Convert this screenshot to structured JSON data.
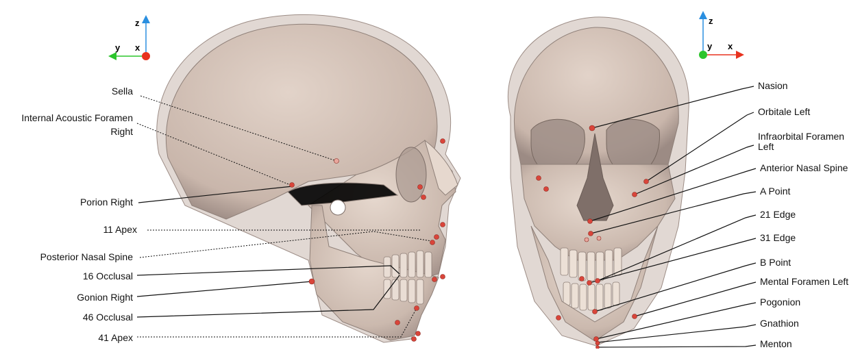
{
  "colors": {
    "axis_x": "#e8321e",
    "axis_y": "#2cc52c",
    "axis_z": "#2a8fe0",
    "landmark": "#d9453a",
    "bone": "#d6c6bb",
    "bone_shadow": "#8f8079"
  },
  "left_view": {
    "axes": {
      "z": "z",
      "y": "y",
      "x": "x"
    },
    "labels": [
      "Sella",
      "Internal Acoustic Foramen Right",
      "Porion Right",
      "11 Apex",
      "Posterior Nasal Spine",
      "16 Occlusal",
      "Gonion Right",
      "46 Occlusal",
      "41 Apex"
    ]
  },
  "right_view": {
    "axes": {
      "z": "z",
      "y": "y",
      "x": "x"
    },
    "labels": [
      "Nasion",
      "Orbitale Left",
      "Infraorbital Foramen Left",
      "Anterior Nasal Spine",
      "A Point",
      "21 Edge",
      "31 Edge",
      "B Point",
      "Mental Foramen Left",
      "Pogonion",
      "Gnathion",
      "Menton"
    ]
  }
}
